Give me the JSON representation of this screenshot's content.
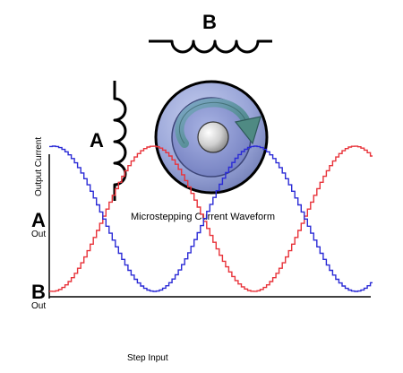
{
  "coil_b_label": "B",
  "coil_a_label": "A",
  "y_axis_label": "Output Current",
  "title": "Microstepping Current Waveform",
  "a_marker": "A",
  "a_out": "Out",
  "b_marker": "B",
  "b_out": "Out",
  "x_axis_label": "Step Input",
  "rotor_icon": "rotation-arrow-icon",
  "colors": {
    "phase_a": "#e8333a",
    "phase_b": "#2b2bd6",
    "rotor_outer": "#aab4dc",
    "rotor_inner": "#8e9bd0",
    "arrow": "#5a8f8f"
  },
  "waveform": {
    "steps_per_cycle": 64,
    "cycles_shown": 2,
    "phase_a": "sine",
    "phase_b": "cosine"
  }
}
